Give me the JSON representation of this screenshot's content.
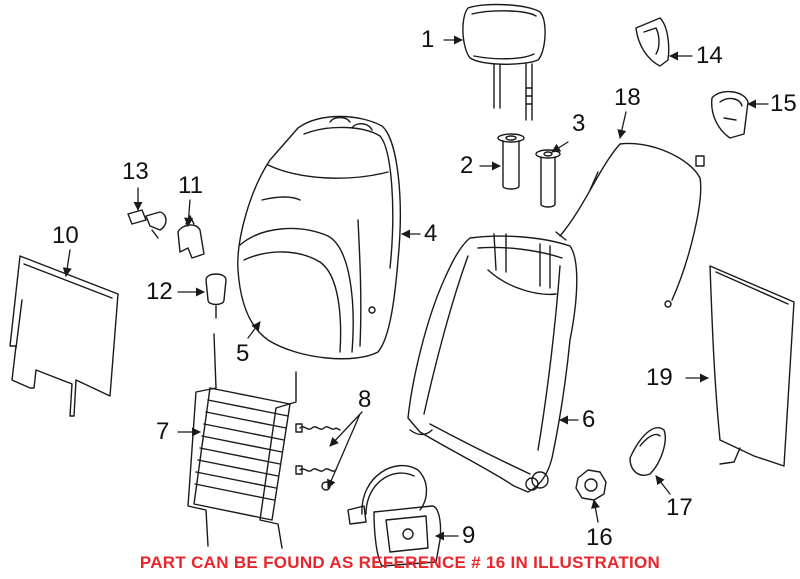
{
  "callouts": {
    "c1": "1",
    "c2": "2",
    "c3": "3",
    "c4": "4",
    "c5": "5",
    "c6": "6",
    "c7": "7",
    "c8": "8",
    "c9": "9",
    "c10": "10",
    "c11": "11",
    "c12": "12",
    "c13": "13",
    "c14": "14",
    "c15": "15",
    "c16": "16",
    "c17": "17",
    "c18": "18",
    "c19": "19"
  },
  "note": {
    "text": "PART CAN BE FOUND AS REFERENCE # 16 IN ILLUSTRATION",
    "color": "#e8262b"
  },
  "colors": {
    "line": "#1a1a1a"
  }
}
